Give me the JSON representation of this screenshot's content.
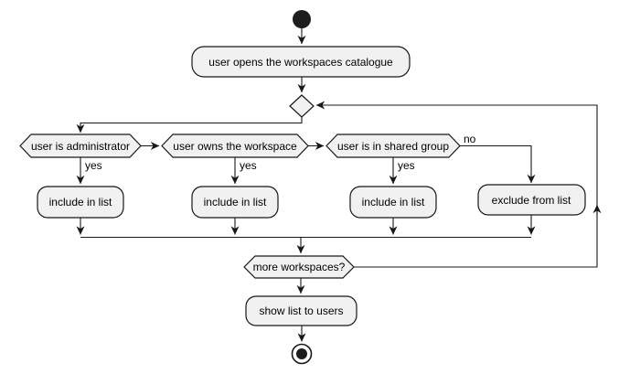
{
  "diagram": {
    "type": "uml-activity-flowchart",
    "colors": {
      "background": "#FFFFFF",
      "node_fill": "#F1F1F1",
      "node_border": "#181818",
      "line": "#181818",
      "text": "#000000"
    },
    "nodes": {
      "start": "initial-node",
      "end": "final-node",
      "merge": "merge-diamond"
    },
    "activities": {
      "open_catalogue": "user opens the workspaces catalogue",
      "include_admin": "include in list",
      "include_owner": "include in list",
      "include_shared": "include in list",
      "exclude": "exclude from list",
      "show_list": "show list to users"
    },
    "decisions": {
      "is_admin": "user is administrator",
      "owns_workspace": "user owns the workspace",
      "in_shared_group": "user is in shared group",
      "more_workspaces": "more workspaces?"
    },
    "edge_labels": {
      "yes_admin": "yes",
      "yes_owner": "yes",
      "yes_shared": "yes",
      "no": "no"
    }
  }
}
